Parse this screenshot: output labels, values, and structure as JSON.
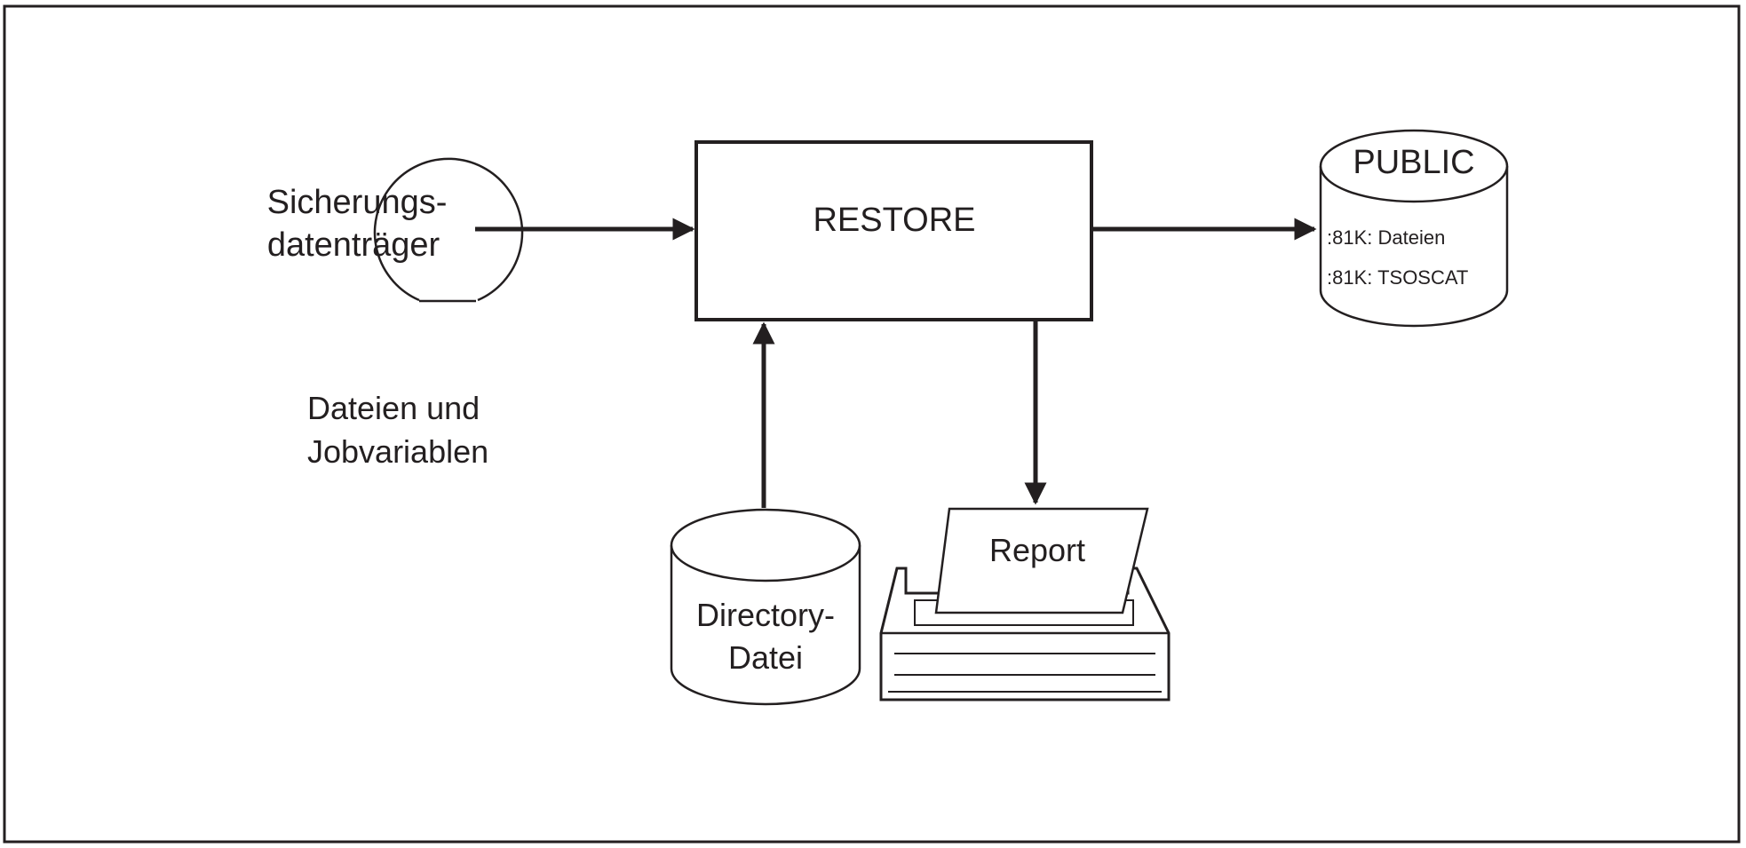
{
  "diagram": {
    "tape_label_line1": "Sicherungs-",
    "tape_label_line2": "datenträger",
    "note_line1": "Dateien und",
    "note_line2": "Jobvariablen",
    "process_label": "RESTORE",
    "public_title": "PUBLIC",
    "public_line1": ":81K: Dateien",
    "public_line2": ":81K: TSOSCAT",
    "directory_line1": "Directory-",
    "directory_line2": "Datei",
    "report_label": "Report"
  },
  "colors": {
    "stroke": "#231f20",
    "background": "#ffffff"
  }
}
